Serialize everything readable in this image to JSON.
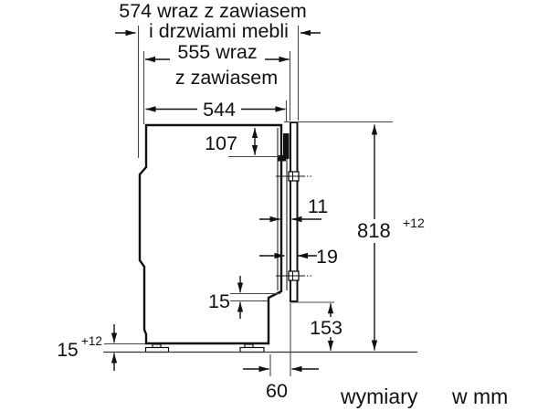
{
  "diagram": {
    "type": "appliance-installation-dimension-drawing",
    "units_note": {
      "word": "wymiary",
      "units": "w mm"
    },
    "dims": {
      "d574_line1": "574 wraz z zawiasem",
      "d574_line2": "i drzwiami mebli",
      "d555_line1": "555 wraz",
      "d555_line2": "z zawiasem",
      "d544": "544",
      "d107": "107",
      "d11": "11",
      "d19": "19",
      "d818": "818",
      "d818_tol": "+12",
      "d15_step": "15",
      "d153": "153",
      "d15_floor": "15",
      "d15_floor_tol": "+12",
      "d60": "60"
    },
    "colors": {
      "outline": "#111111",
      "thin_line": "#474747",
      "text": "#111111",
      "muted_text": "#9a9a9a",
      "background": "#ffffff"
    }
  }
}
